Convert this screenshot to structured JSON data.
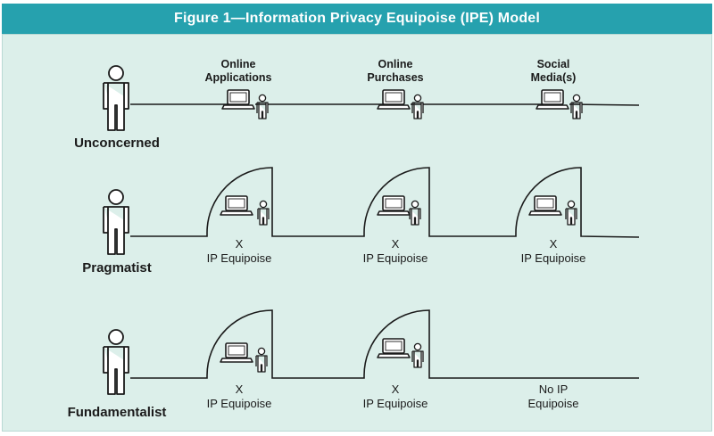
{
  "title": "Figure  1—Information Privacy Equipoise (IPE) Model",
  "activities": [
    {
      "line1": "Online",
      "line2": "Applications"
    },
    {
      "line1": "Online",
      "line2": "Purchases"
    },
    {
      "line1": "Social",
      "line2": "Media(s)"
    }
  ],
  "rows": [
    {
      "label": "Unconcerned"
    },
    {
      "label": "Pragmatist",
      "cells": [
        {
          "mark": "X",
          "text": "IP Equipoise"
        },
        {
          "mark": "X",
          "text": "IP Equipoise"
        },
        {
          "mark": "X",
          "text": "IP Equipoise"
        }
      ]
    },
    {
      "label": "Fundamentalist",
      "cells": [
        {
          "mark": "X",
          "text": "IP Equipoise"
        },
        {
          "mark": "X",
          "text": "IP Equipoise"
        },
        {
          "mark": "No IP",
          "text": "Equipoise"
        }
      ]
    }
  ],
  "colors": {
    "title_bg": "#26a1ae",
    "panel_bg": "#dcefea",
    "line": "#1a1a1a"
  },
  "icons": [
    "person-icon",
    "laptop-icon",
    "door-icon"
  ]
}
